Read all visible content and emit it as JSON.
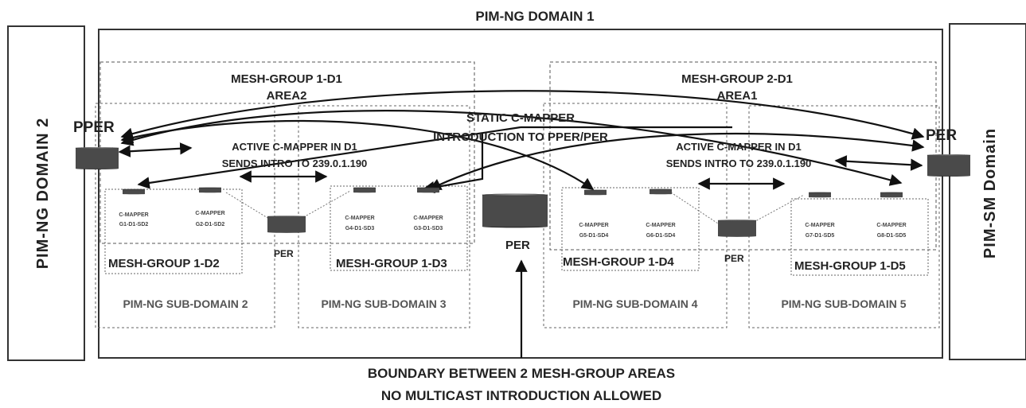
{
  "title": "PIM-NG DOMAIN 1",
  "left_domain": "PIM-NG DOMAIN 2",
  "right_domain": "PIM-SM Domain",
  "areas": [
    {
      "mesh_group": "MESH-GROUP 1-D1",
      "area": "AREA2"
    },
    {
      "mesh_group": "MESH-GROUP 2-D1",
      "area": "AREA1"
    }
  ],
  "static_mapper": [
    "STATIC C-MAPPER",
    "INTRODUCTION TO PPER/PER"
  ],
  "active_left": [
    "ACTIVE C-MAPPER IN D1",
    "SENDS INTRO TO 239.0.1.190"
  ],
  "active_right": [
    "ACTIVE C-MAPPER IN D1",
    "SENDS INTRO TO 239.0.1.190"
  ],
  "routers": {
    "pper": "PPER",
    "per_right": "PER",
    "per_center": "PER",
    "per_d2": "PER",
    "per_d4": "PER"
  },
  "mappers": [
    {
      "l1": "C-MAPPER",
      "l2": "G1-D1-SD2"
    },
    {
      "l1": "C-MAPPER",
      "l2": "G2-D1-SD2"
    },
    {
      "l1": "C-MAPPER",
      "l2": "G4-D1-SD3"
    },
    {
      "l1": "C-MAPPER",
      "l2": "G3-D1-SD3"
    },
    {
      "l1": "C-MAPPER",
      "l2": "G5-D1-SD4"
    },
    {
      "l1": "C-MAPPER",
      "l2": "G6-D1-SD4"
    },
    {
      "l1": "C-MAPPER",
      "l2": "G7-D1-SD5"
    },
    {
      "l1": "C-MAPPER",
      "l2": "G8-D1-SD5"
    }
  ],
  "mesh_groups": [
    "MESH-GROUP 1-D2",
    "MESH-GROUP 1-D3",
    "MESH-GROUP 1-D4",
    "MESH-GROUP 1-D5"
  ],
  "subdomains": [
    "PIM-NG SUB-DOMAIN 2",
    "PIM-NG SUB-DOMAIN 3",
    "PIM-NG SUB-DOMAIN 4",
    "PIM-NG SUB-DOMAIN 5"
  ],
  "boundary": [
    "BOUNDARY BETWEEN 2 MESH-GROUP AREAS",
    "NO MULTICAST INTRODUCTION ALLOWED"
  ]
}
